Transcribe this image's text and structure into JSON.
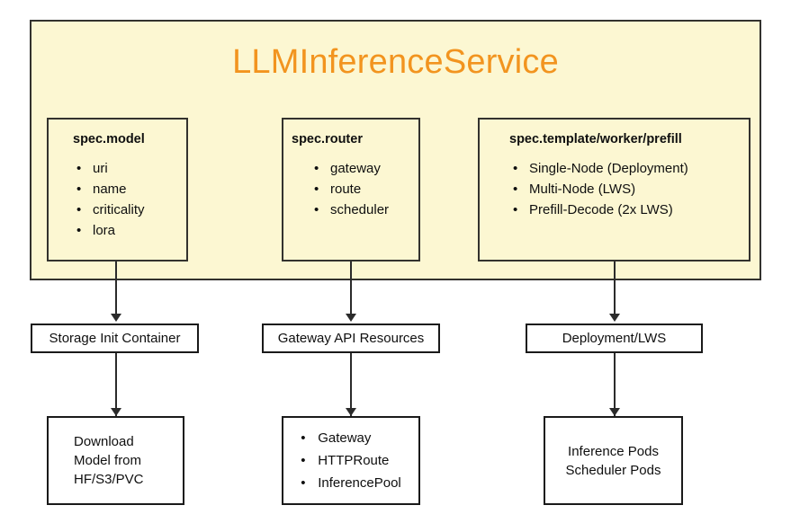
{
  "diagram": {
    "title": "LLMInferenceService",
    "title_color": "#f2941f",
    "container_fill": "#fcf7d2",
    "container_border": "#33322e",
    "spec_boxes": [
      {
        "id": "spec-model",
        "title": "spec.model",
        "items": [
          "uri",
          "name",
          "criticality",
          "lora"
        ]
      },
      {
        "id": "spec-router",
        "title": "spec.router",
        "items": [
          "gateway",
          "route",
          "scheduler"
        ]
      },
      {
        "id": "spec-template",
        "title": "spec.template/worker/prefill",
        "items": [
          "Single-Node (Deployment)",
          "Multi-Node (LWS)",
          "Prefill-Decode (2x LWS)"
        ]
      }
    ],
    "middle_nodes": [
      {
        "id": "storage-init-container",
        "label": "Storage Init Container"
      },
      {
        "id": "gateway-api-resources",
        "label": "Gateway API Resources"
      },
      {
        "id": "deployment-lws",
        "label": "Deployment/LWS"
      }
    ],
    "leaf_nodes": [
      {
        "id": "download-model",
        "lines": [
          "Download",
          "Model from",
          "HF/S3/PVC"
        ],
        "items": []
      },
      {
        "id": "gateway-resources",
        "lines": [],
        "items": [
          "Gateway",
          "HTTPRoute",
          "InferencePool"
        ]
      },
      {
        "id": "inference-pods",
        "lines": [
          "Inference Pods",
          "Scheduler Pods"
        ],
        "items": []
      }
    ]
  }
}
